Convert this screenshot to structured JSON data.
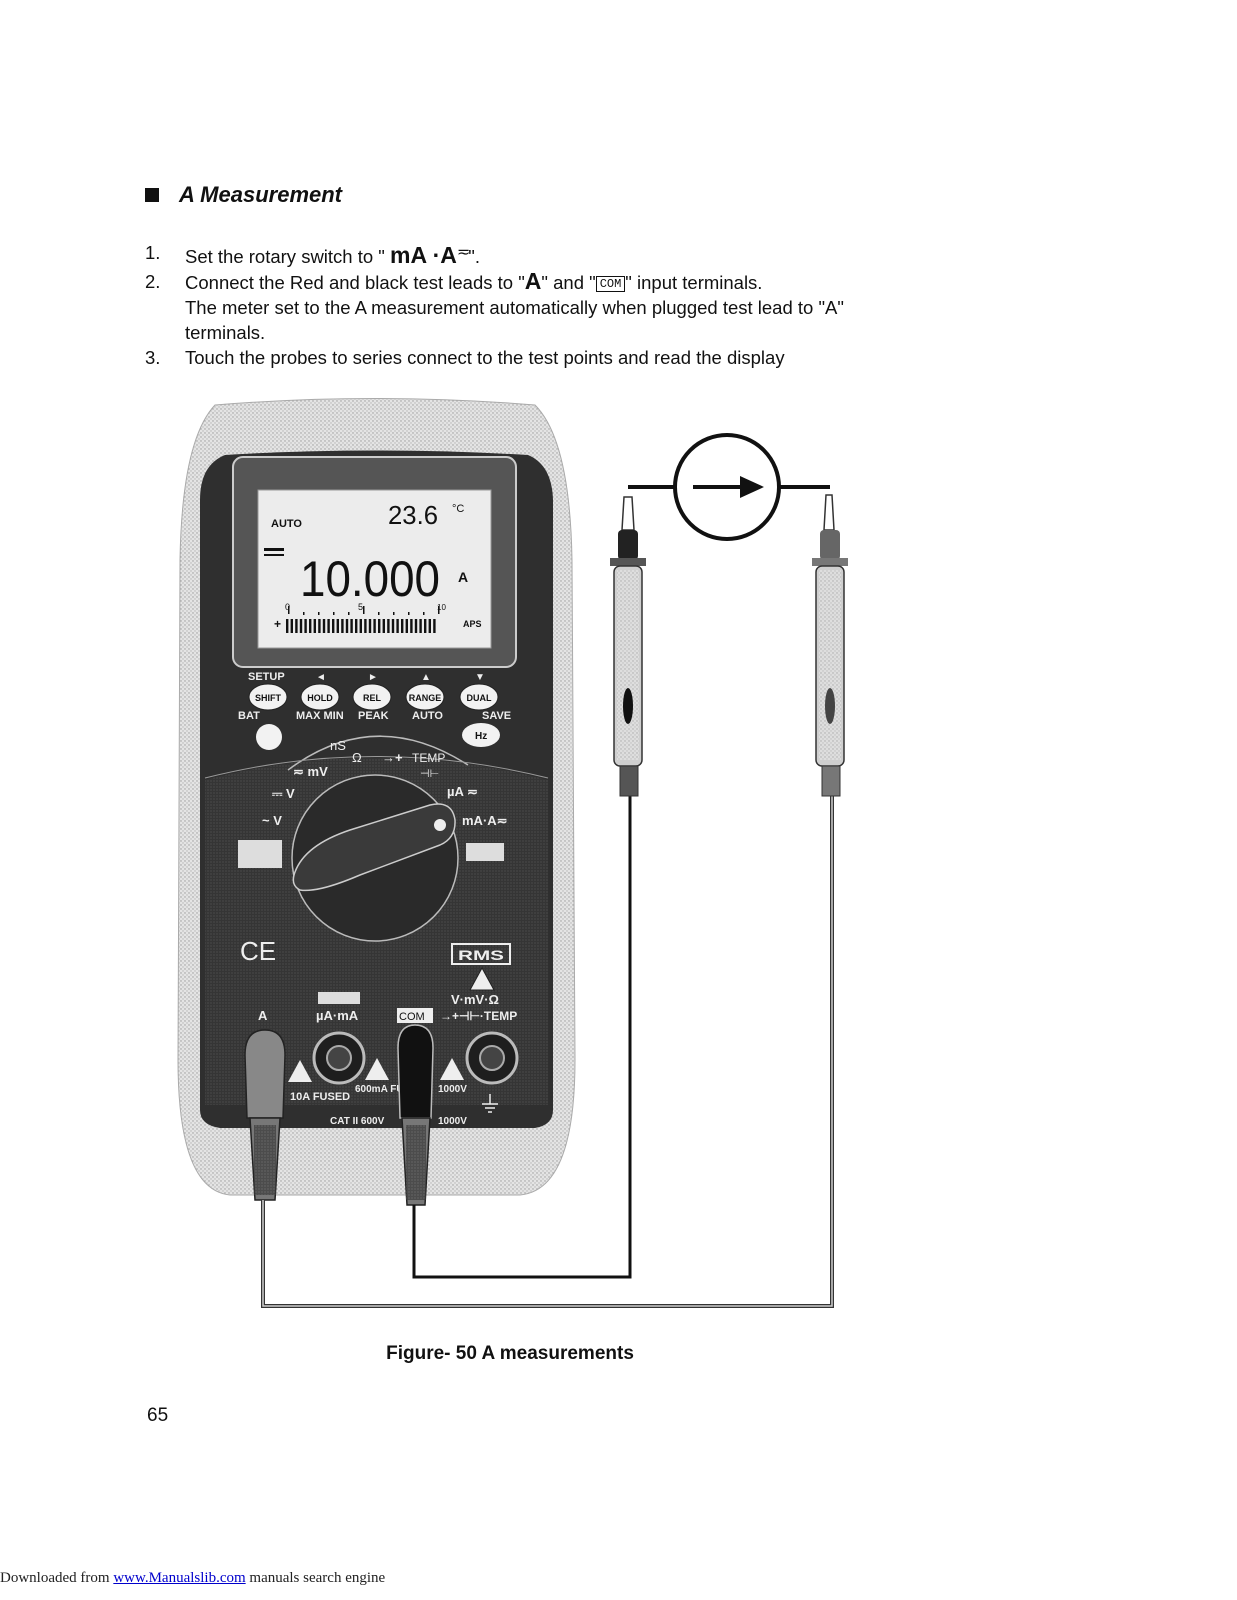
{
  "heading": "A Measurement",
  "steps": [
    {
      "num": "1.",
      "pre": "Set the rotary switch to \" ",
      "sym": "mA ·A",
      "wave": "≂",
      "post": "\"."
    },
    {
      "num": "2.",
      "pre": "Connect the Red and black test leads to \"",
      "sym": "A",
      "mid": "\" and \"",
      "box": "COM",
      "post": "\" input terminals.",
      "cont": "The meter set to the A measurement automatically when plugged test lead to \"A\" terminals."
    },
    {
      "num": "3.",
      "text": "Touch the probes to series connect to the test points and read the display"
    }
  ],
  "meter": {
    "lcd": {
      "auto": "AUTO",
      "sub_value": "23.6",
      "sub_unit": "°C",
      "main_value": "10.000",
      "main_unit": "A",
      "bar_label": "APS",
      "scale_start": "0",
      "scale_mid": "5",
      "scale_end": "10"
    },
    "top_labels": [
      "SETUP",
      "◄",
      "►",
      "▲",
      "▼"
    ],
    "buttons": [
      "SHIFT",
      "HOLD",
      "REL",
      "RANGE",
      "DUAL"
    ],
    "bottom_labels": [
      "BAT",
      "MAX MIN",
      "PEAK",
      "AUTO",
      "SAVE"
    ],
    "hz_button": "Hz",
    "dial_labels": {
      "ns": "nS",
      "ohm": "Ω",
      "diode": "→+",
      "temp": "TEMP",
      "cap": "⊣⊢",
      "mv": "≂ mV",
      "dcv": "⎓ V",
      "acv": "~ V",
      "ua": "µA ≂",
      "ma": "mA·A≂"
    },
    "ce": "CE",
    "rms": "RMS",
    "terminals": [
      "A",
      "µA·mA",
      "COM",
      "V·mV·Ω",
      "→+⊣⊢·TEMP"
    ],
    "ratings": [
      "10A FUSED",
      "600mA FUSED",
      "1000V",
      "CAT II 600V",
      "1000V"
    ]
  },
  "caption": "Figure- 50  A measurements",
  "page_number": "65",
  "footer": {
    "prefix": "Downloaded from ",
    "link": "www.Manualslib.com",
    "suffix": " manuals search engine"
  }
}
